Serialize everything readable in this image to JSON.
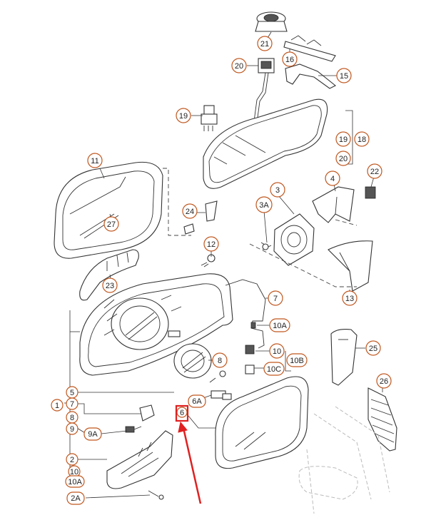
{
  "labels": {
    "l21": "21",
    "l16": "16",
    "l15": "15",
    "l20a": "20",
    "l19a": "19",
    "l19b": "19",
    "l18": "18",
    "l20b": "20",
    "l11": "11",
    "l22": "22",
    "l4": "4",
    "l3": "3",
    "l3a": "3A",
    "l24": "24",
    "l27": "27",
    "l12": "12",
    "l13": "13",
    "l23": "23",
    "l7a": "7",
    "l10a": "10A",
    "l10": "10",
    "l10b": "10B",
    "l10c": "10C",
    "l25": "25",
    "l8a": "8",
    "l26": "26",
    "l5": "5",
    "l1": "1",
    "l7b": "7",
    "l8b": "8",
    "l9": "9",
    "l9a": "9A",
    "l6a": "6A",
    "l6": "6",
    "l2": "2",
    "l10d": "10",
    "l10e": "10A",
    "l2a": "2A"
  },
  "colors": {
    "callout": "#c0571f",
    "highlight": "#e02020",
    "line": "#333333"
  }
}
